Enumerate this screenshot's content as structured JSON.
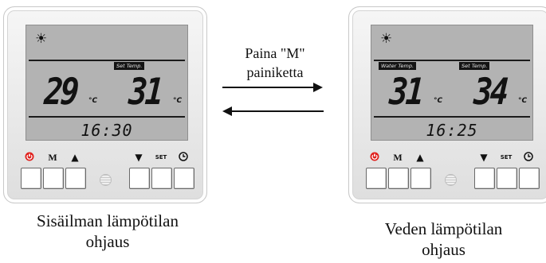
{
  "left_device": {
    "sun_icon": "☀",
    "label_1": "Set Temp.",
    "temp_1": "29",
    "unit_1": "°C",
    "temp_2": "31",
    "unit_2": "°C",
    "clock": "16:30",
    "icons": {
      "power": "power-icon",
      "mode": "M",
      "up": "▲",
      "down": "▼",
      "set": "SET",
      "timer": "clock-icon"
    }
  },
  "right_device": {
    "sun_icon": "☀",
    "label_1": "Water Temp.",
    "label_2": "Set Temp.",
    "temp_1": "31",
    "unit_1": "°C",
    "temp_2": "34",
    "unit_2": "°C",
    "clock": "16:25",
    "icons": {
      "power": "power-icon",
      "mode": "M",
      "up": "▲",
      "down": "▼",
      "set": "SET",
      "timer": "clock-icon"
    }
  },
  "instruction": {
    "line_1": "Paina \"M\"",
    "line_2": "painiketta"
  },
  "captions": {
    "left_line_1": "Sisäilman lämpötilan",
    "left_line_2": "ohjaus",
    "right_line_1": "Veden lämpötilan",
    "right_line_2": "ohjaus"
  },
  "colors": {
    "lcd": "#b3b3b3",
    "power_icon": "#e0201c",
    "segments": "#121212"
  }
}
